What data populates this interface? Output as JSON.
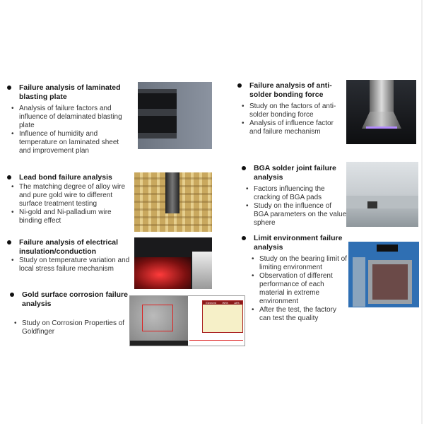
{
  "sections": [
    {
      "title": "Failure analysis of laminated blasting plate",
      "items": [
        "Analysis of failure factors and influence of delaminated blasting plate",
        "Influence of humidity and temperature on laminated sheet and improvement plan"
      ]
    },
    {
      "title": "Lead bond failure analysis",
      "items": [
        "The matching degree of alloy wire and pure gold wire to different surface treatment testing",
        "Ni-gold and Ni-palladium wire binding effect"
      ]
    },
    {
      "title": "Failure analysis of electrical insulation/conduction",
      "items": [
        "Study on temperature variation and local stress failure mechanism"
      ]
    },
    {
      "title": "Gold surface corrosion failure analysis",
      "items": [
        "Study on Corrosion Properties of Goldfinger"
      ]
    },
    {
      "title": "Failure analysis of anti-solder bonding force",
      "items": [
        "Study on the factors of anti-solder bonding force",
        "Analysis of influence factor and failure mechanism"
      ]
    },
    {
      "title": "BGA solder joint failure analysis",
      "items": [
        "Factors influencing the cracking of BGA pads",
        "Study on the influence of BGA parameters on the value sphere"
      ]
    },
    {
      "title": "Limit environment failure analysis",
      "items": [
        "Study on the bearing limit of limiting environment",
        "Observation of different performance of each material in extreme environment",
        "After the test, the factory can test the quality"
      ]
    }
  ],
  "bullet": "•",
  "eds_table_header": [
    "Element",
    "Wt%",
    "At%"
  ]
}
